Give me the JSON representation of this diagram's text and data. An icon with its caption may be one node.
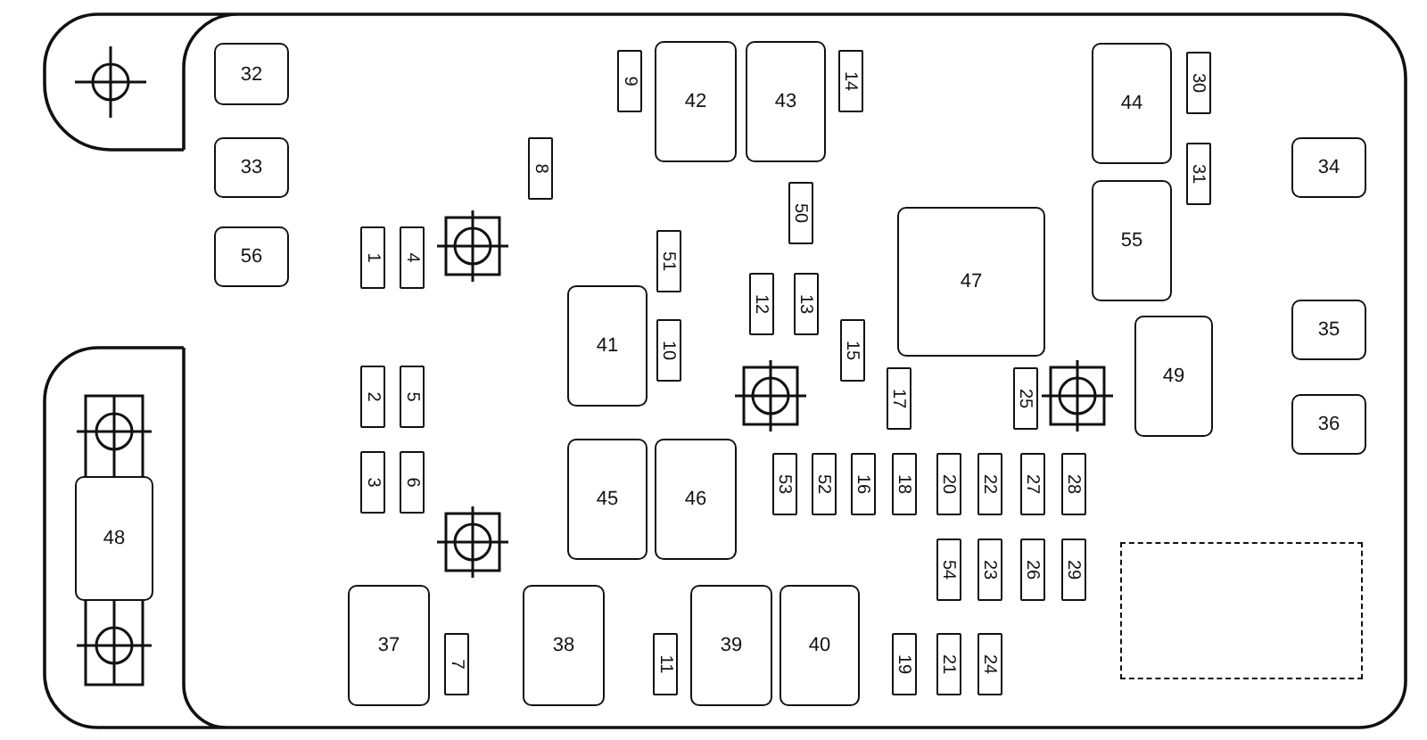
{
  "diagram": {
    "nodes": [
      {
        "text": [
          "32"
        ]
      },
      {
        "text": [
          "9"
        ]
      },
      {
        "text": [
          "42"
        ]
      },
      {
        "text": [
          "43"
        ]
      },
      {
        "text": [
          "14"
        ]
      },
      {
        "text": [
          "44"
        ]
      },
      {
        "text": [
          "30"
        ]
      },
      {
        "text": [
          "8"
        ]
      },
      {
        "text": [
          "33"
        ]
      },
      {
        "text": [
          "34"
        ]
      },
      {
        "text": [
          "31"
        ]
      },
      {
        "text": [
          "55"
        ]
      },
      {
        "text": [
          "50"
        ]
      },
      {
        "text": [
          "47"
        ]
      },
      {
        "text": [
          "1"
        ]
      },
      {
        "text": [
          "4"
        ]
      },
      {
        "text": [
          "56"
        ]
      },
      {
        "text": [
          "51"
        ]
      },
      {
        "text": [
          "12"
        ]
      },
      {
        "text": [
          "13"
        ]
      },
      {
        "text": [
          "41"
        ]
      },
      {
        "text": [
          "10"
        ]
      },
      {
        "text": [
          "15"
        ]
      },
      {
        "text": [
          "35"
        ]
      },
      {
        "text": [
          "49"
        ]
      },
      {
        "text": [
          "17"
        ]
      },
      {
        "text": [
          "25"
        ]
      },
      {
        "text": [
          "2"
        ]
      },
      {
        "text": [
          "5"
        ]
      },
      {
        "text": [
          "36"
        ]
      },
      {
        "text": [
          "53"
        ]
      },
      {
        "text": [
          "52"
        ]
      },
      {
        "text": [
          "16"
        ]
      },
      {
        "text": [
          "18"
        ]
      },
      {
        "text": [
          "20"
        ]
      },
      {
        "text": [
          "22"
        ]
      },
      {
        "text": [
          "27"
        ]
      },
      {
        "text": [
          "28"
        ]
      },
      {
        "text": [
          "45"
        ]
      },
      {
        "text": [
          "46"
        ]
      },
      {
        "text": [
          "3"
        ]
      },
      {
        "text": [
          "6"
        ]
      },
      {
        "text": [
          "48"
        ]
      },
      {
        "text": [
          "54"
        ]
      },
      {
        "text": [
          "23"
        ]
      },
      {
        "text": [
          "26"
        ]
      },
      {
        "text": [
          "29"
        ]
      },
      {
        "text": [],
        "shape": "box"
      },
      {
        "text": [
          "37"
        ]
      },
      {
        "text": [
          "7"
        ]
      },
      {
        "text": [
          "38"
        ]
      },
      {
        "text": [
          "11"
        ]
      },
      {
        "text": [
          "39"
        ]
      },
      {
        "text": [
          "40"
        ]
      },
      {
        "text": [
          "19"
        ]
      },
      {
        "text": [
          "21"
        ]
      },
      {
        "text": [
          "24"
        ]
      }
    ]
  }
}
